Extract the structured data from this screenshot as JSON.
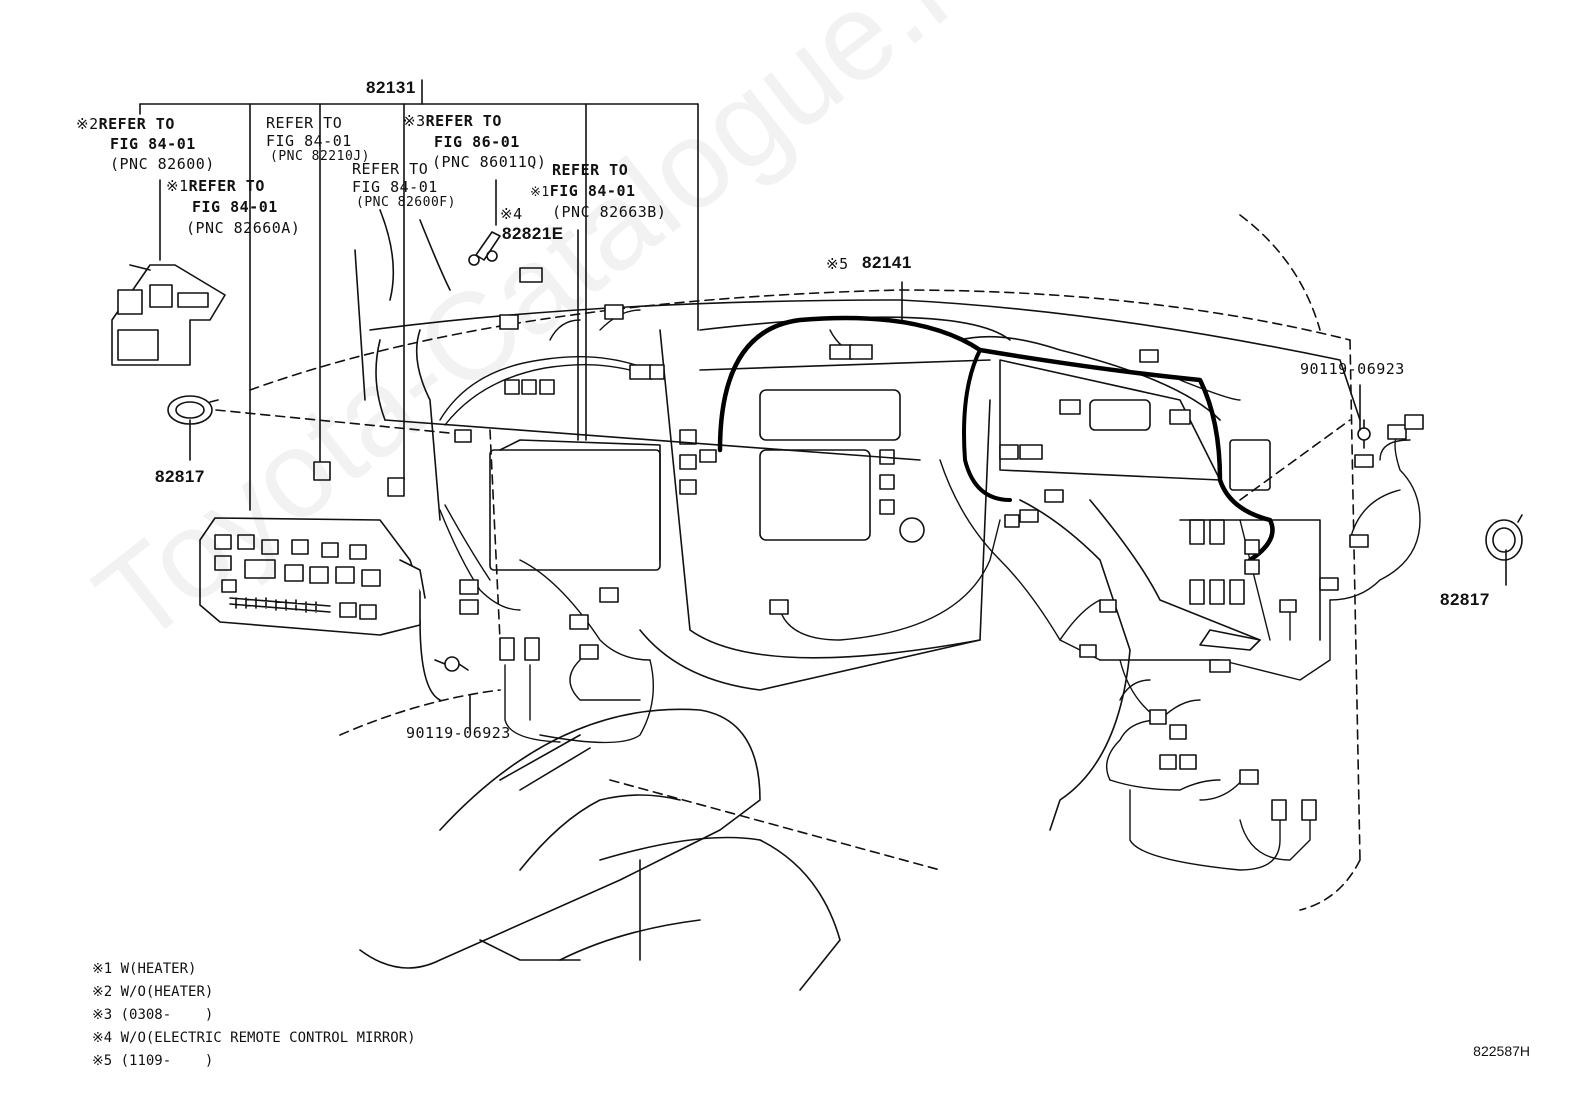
{
  "title_part": "82131",
  "callouts": {
    "c1": {
      "mark": "※2",
      "line1": "REFER TO",
      "line2": "FIG 84-01",
      "line3": "(PNC 82600)"
    },
    "c2": {
      "mark": "※1",
      "line1": "REFER TO",
      "line2": "FIG 84-01",
      "line3": "(PNC 82660A)"
    },
    "c3": {
      "line1": "REFER TO",
      "line2": "FIG 84-01",
      "line3": "(PNC 82210J)"
    },
    "c4": {
      "line1": "REFER TO",
      "line2": "FIG 84-01",
      "line3": "(PNC 82600F)"
    },
    "c5": {
      "mark": "※3",
      "line1": "REFER TO",
      "line2": "FIG 86-01",
      "line3": "(PNC 86011Q)"
    },
    "c6": {
      "mark": "※1",
      "line1": "REFER TO",
      "line2": "FIG 84-01",
      "line3": "(PNC 82663B)"
    }
  },
  "parts": {
    "p82821e_mark": "※4",
    "p82821e": "82821E",
    "p82141_mark": "※5",
    "p82141": "82141",
    "p90119_right": "90119-06923",
    "p90119_left": "90119-06923",
    "p82817_left": "82817",
    "p82817_right": "82817"
  },
  "notes": [
    "※1 W(HEATER)",
    "※2 W/O(HEATER)",
    "※3 (0308-    )",
    "※4 W/O(ELECTRIC REMOTE CONTROL MIRROR)",
    "※5 (1109-    )"
  ],
  "figure_code": "822587H",
  "watermark": "Toyota-Catalogue.ru"
}
